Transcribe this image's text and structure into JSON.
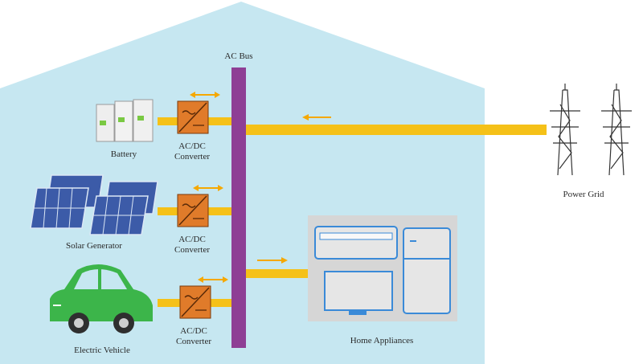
{
  "diagram": {
    "bus_label": "AC Bus",
    "grid_label": "Power Grid",
    "appliances_label": "Home Appliances",
    "sources": [
      {
        "label": "Battery",
        "converter_line1": "AC/DC",
        "converter_line2": "Converter",
        "icon": "battery-icon"
      },
      {
        "label": "Solar Generator",
        "converter_line1": "AC/DC",
        "converter_line2": "Converter",
        "icon": "solar-panel-icon"
      },
      {
        "label": "Electric Vehicle",
        "converter_line1": "AC/DC",
        "converter_line2": "Converter",
        "icon": "electric-car-icon"
      }
    ]
  },
  "colors": {
    "house": "#c6e7f1",
    "bus": "#8e3f95",
    "line": "#f5c118",
    "arrow": "#f5a800",
    "converter": "#e07b2a",
    "car": "#3cb54a",
    "solar": "#3c5ba8",
    "appliance_box": "#d6d6d6",
    "appliance_outline": "#3a8ad8"
  }
}
